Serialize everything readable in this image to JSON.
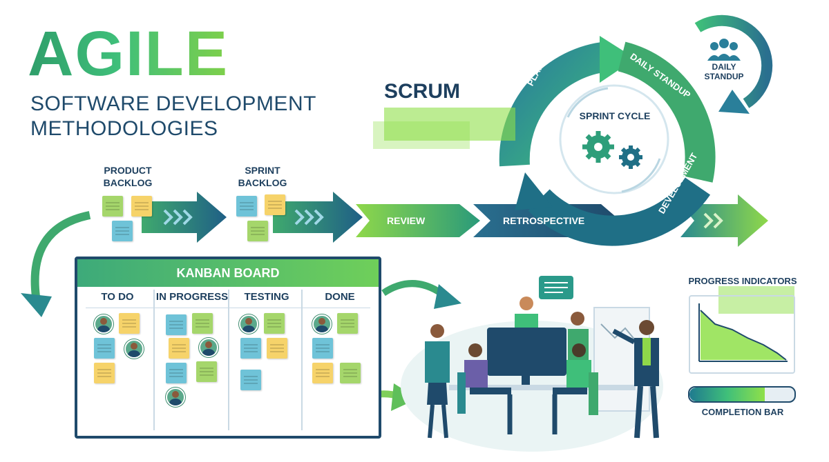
{
  "title": "AGILE",
  "subtitle_line1": "SOFTWARE DEVELOPMENT",
  "subtitle_line2": "METHODOLOGIES",
  "flow": {
    "product_backlog_1": "PRODUCT",
    "product_backlog_2": "BACKLOG",
    "sprint_backlog_1": "SPRINT",
    "sprint_backlog_2": "BACKLOG",
    "review": "REVIEW",
    "retrospective": "RETROSPECTIVE"
  },
  "scrum": {
    "label": "SCRUM",
    "planning": "PLANNING",
    "daily_standup_arc": "DAILY STANDUP",
    "development": "DEVELOPMENT",
    "sprint_cycle": "SPRINT CYCLE",
    "daily_standup_1": "DAILY",
    "daily_standup_2": "STANDUP"
  },
  "kanban": {
    "title": "KANBAN BOARD",
    "columns": [
      "TO DO",
      "IN PROGRESS",
      "TESTING",
      "DONE"
    ]
  },
  "progress": {
    "title": "PROGRESS INDICATORS",
    "completion_label": "COMPLETION BAR",
    "completion_fraction": 0.72
  },
  "colors": {
    "navy": "#1f4a6b",
    "teal": "#2a8a8f",
    "green": "#3fbf7a",
    "lime": "#8fd84a"
  }
}
